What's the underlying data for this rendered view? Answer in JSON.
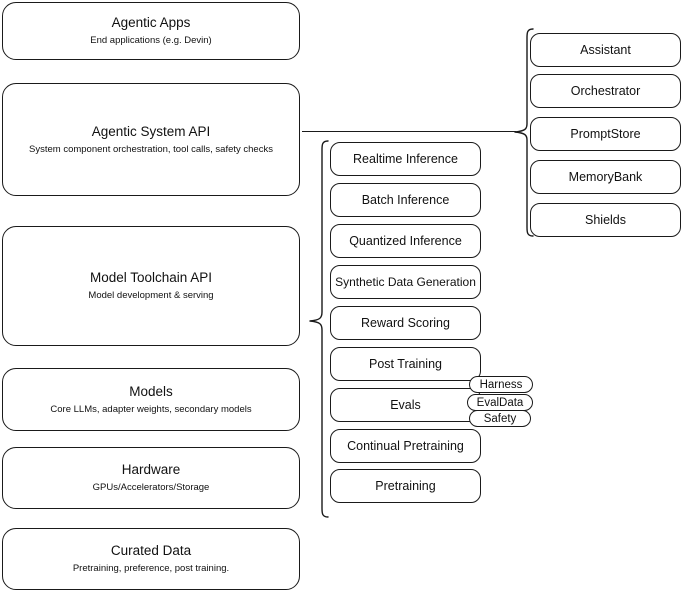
{
  "diagram": {
    "title": "AI stack layered architecture diagram",
    "stroke_color": "#1a1a1a",
    "background_color": "#ffffff"
  },
  "layers": [
    {
      "name": "agentic-apps",
      "title": "Agentic Apps",
      "subtitle": "End applications (e.g. Devin)"
    },
    {
      "name": "agentic-system-api",
      "title": "Agentic System API",
      "subtitle": "System component orchestration, tool calls, safety checks"
    },
    {
      "name": "model-toolchain-api",
      "title": "Model Toolchain API",
      "subtitle": "Model development & serving"
    },
    {
      "name": "models",
      "title": "Models",
      "subtitle": "Core LLMs, adapter weights, secondary models"
    },
    {
      "name": "hardware",
      "title": "Hardware",
      "subtitle": "GPUs/Accelerators/Storage"
    },
    {
      "name": "curated-data",
      "title": "Curated Data",
      "subtitle": "Pretraining, preference, post training."
    }
  ],
  "toolchain_components": [
    {
      "name": "realtime-inference",
      "label": "Realtime Inference"
    },
    {
      "name": "batch-inference",
      "label": "Batch Inference"
    },
    {
      "name": "quantized-inference",
      "label": "Quantized Inference"
    },
    {
      "name": "synthetic-data-generation",
      "label": "Synthetic Data Generation"
    },
    {
      "name": "reward-scoring",
      "label": "Reward Scoring"
    },
    {
      "name": "post-training",
      "label": "Post Training"
    },
    {
      "name": "evals",
      "label": "Evals"
    },
    {
      "name": "continual-pretraining",
      "label": "Continual Pretraining"
    },
    {
      "name": "pretraining",
      "label": "Pretraining"
    }
  ],
  "evals_subcomponents": [
    {
      "name": "harness",
      "label": "Harness"
    },
    {
      "name": "evaldata",
      "label": "EvalData"
    },
    {
      "name": "safety",
      "label": "Safety"
    }
  ],
  "agentic_system_components": [
    {
      "name": "assistant",
      "label": "Assistant"
    },
    {
      "name": "orchestrator",
      "label": "Orchestrator"
    },
    {
      "name": "promptstore",
      "label": "PromptStore"
    },
    {
      "name": "memorybank",
      "label": "MemoryBank"
    },
    {
      "name": "shields",
      "label": "Shields"
    }
  ]
}
